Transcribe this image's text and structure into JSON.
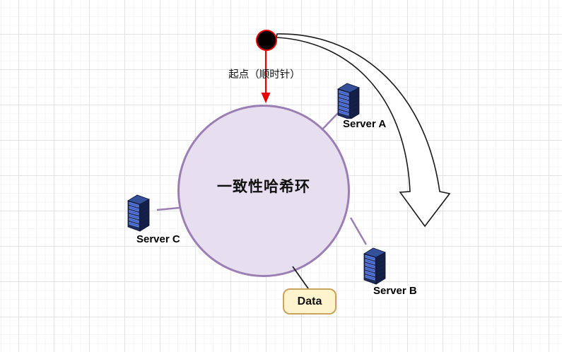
{
  "diagram": {
    "ring": {
      "label": "一致性哈希环"
    },
    "start_point": {
      "label": "起点（顺时针）"
    },
    "servers": [
      {
        "label": "Server A"
      },
      {
        "label": "Server C"
      },
      {
        "label": "Server B"
      }
    ],
    "data_node": {
      "label": "Data"
    },
    "icons": {
      "start_dot": "black-dot-red-outline",
      "server": "server-tower-3d-icon",
      "direction_arrow": "curved-hollow-clockwise-arrow",
      "start_arrow": "red-down-arrow"
    },
    "colors": {
      "ring_fill": "#e7dfef",
      "ring_border": "#9b7eb4",
      "start_arrow_red": "#e60000",
      "server_body": "#1c2d5e",
      "server_slat": "#3f62cf",
      "data_fill": "#fdf3cd",
      "data_border": "#c9a25e",
      "connector_purple": "#9b7eb4",
      "connector_black": "#222222",
      "arrow_outline": "#1a1a1a"
    }
  }
}
